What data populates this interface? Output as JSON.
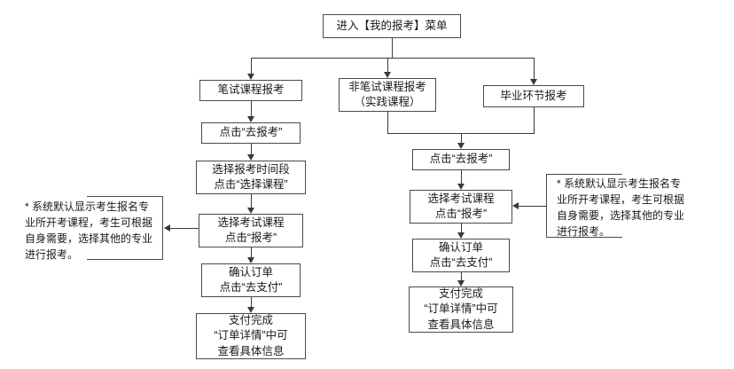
{
  "flowchart": {
    "root": {
      "label": "进入【我的报考】菜单"
    },
    "written_branch": {
      "header": "笔试课程报考",
      "steps": [
        "点击“去报考”",
        "选择报考时间段\n点击“选择课程”",
        "选择考试课程\n点击“报考”",
        "确认订单\n点击“去支付”",
        "支付完成\n“订单详情”中可\n查看具体信息"
      ]
    },
    "non_written_branch": {
      "header": "非笔试课程报考\n（实践课程）"
    },
    "graduation_branch": {
      "header": "毕业环节报考"
    },
    "merged_branch": {
      "steps": [
        "点击“去报考”",
        "选择考试课程\n点击“报考”",
        "确认订单\n点击“去支付”",
        "支付完成\n“订单详情”中可\n查看具体信息"
      ]
    },
    "notes": {
      "left": "* 系统默认显示考生报名专业所开考课程，考生可根据自身需要，选择其他的专业进行报考。",
      "right": "* 系统默认显示考生报名专业所开考课程，考生可根据自身需要，选择其他的专业进行报考。"
    }
  },
  "colors": {
    "line": "#3a3a3a",
    "box_border": "#4a4a4a",
    "text": "#1a1a1a",
    "background": "#ffffff"
  }
}
